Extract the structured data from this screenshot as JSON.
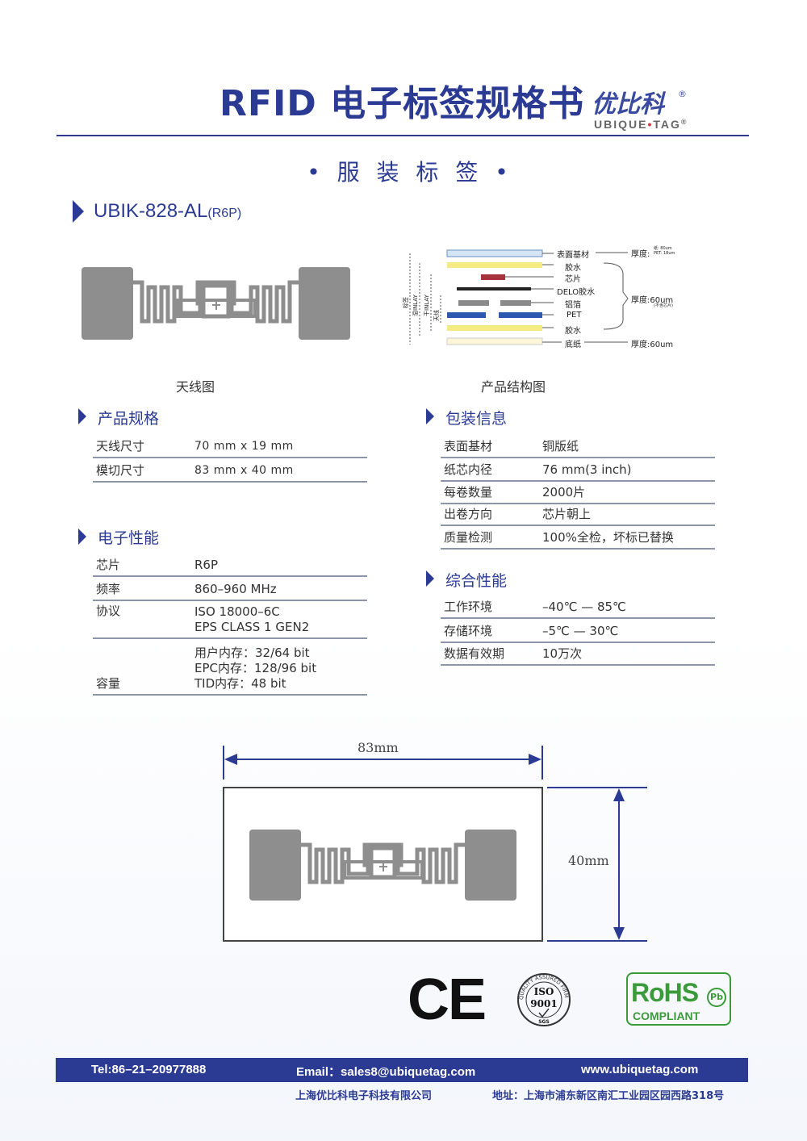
{
  "header": {
    "title": "RFID 电子标签规格书",
    "logo_cn": "优比科",
    "logo_reg": "®",
    "logo_en_a": "UBIQUE",
    "logo_en_dot": "•",
    "logo_en_b": "TAG",
    "logo_en_reg": "®"
  },
  "subtitle": "• 服 装 标 签 •",
  "model": {
    "main": "UBIK-828-AL",
    "suffix": "(R6P)"
  },
  "captions": {
    "antenna": "天线图",
    "structure": "产品结构图"
  },
  "structure_diagram": {
    "layers": [
      "表面基材",
      "胶水",
      "芯片",
      "DELO胶水",
      "铝箔",
      "PET",
      "胶水",
      "底纸"
    ],
    "thickness_top": "厚度:",
    "thickness_top_small": "纸: 80um\nPET: 18um",
    "thickness_mid": "厚度:60um",
    "thickness_mid_small": "(不含芯片)",
    "thickness_bottom": "厚度:60um",
    "side_labels": [
      "标签",
      "湿INLAY",
      "干INLAY",
      "天线"
    ]
  },
  "spec": {
    "title": "产品规格",
    "rows": [
      {
        "k": "天线尺寸",
        "v": "70 mm x 19 mm"
      },
      {
        "k": "模切尺寸",
        "v": "83 mm x 40 mm"
      }
    ]
  },
  "elec": {
    "title": "电子性能",
    "rows": [
      {
        "k": "芯片",
        "v": "R6P"
      },
      {
        "k": "频率",
        "v": "860–960 MHz"
      },
      {
        "k": "协议",
        "v1": "ISO 18000–6C",
        "v2": "EPS CLASS 1 GEN2"
      },
      {
        "k": "容量",
        "v1": "用户内存：32/64 bit",
        "v2": "EPC内存：128/96 bit",
        "v3": "TID内存：48 bit"
      }
    ]
  },
  "pkg": {
    "title": "包装信息",
    "rows": [
      {
        "k": "表面基材",
        "v": "铜版纸"
      },
      {
        "k": "纸芯内径",
        "v": "76 mm(3 inch)"
      },
      {
        "k": "每卷数量",
        "v": "2000片"
      },
      {
        "k": "出卷方向",
        "v": "芯片朝上"
      },
      {
        "k": "质量检测",
        "v": "100%全检，坏标已替换"
      }
    ]
  },
  "perf": {
    "title": "综合性能",
    "rows": [
      {
        "k": "工作环境",
        "v": "–40℃ — 85℃"
      },
      {
        "k": "存储环境",
        "v": "–5℃ — 30℃"
      },
      {
        "k": "数据有效期",
        "v": "10万次"
      }
    ]
  },
  "dimensions": {
    "width": "83mm",
    "height": "40mm"
  },
  "certs": {
    "ce": "CE",
    "iso_ring": "QUALITY ASSURED FIRM",
    "iso_line1": "ISO",
    "iso_line2": "9001",
    "iso_sgs": "SGS",
    "rohs": "RoHS",
    "rohs_sub": "COMPLIANT",
    "rohs_pb": "Pb"
  },
  "footer": {
    "tel": "Tel:86–21–20977888",
    "email": "Email：sales8@ubiquetag.com",
    "web": "www.ubiquetag.com",
    "company": "上海优比科电子科技有限公司",
    "address": "地址：上海市浦东新区南汇工业园区园西路318号"
  },
  "colors": {
    "brand": "#2b3a93",
    "antenna": "#8e8e8e"
  }
}
